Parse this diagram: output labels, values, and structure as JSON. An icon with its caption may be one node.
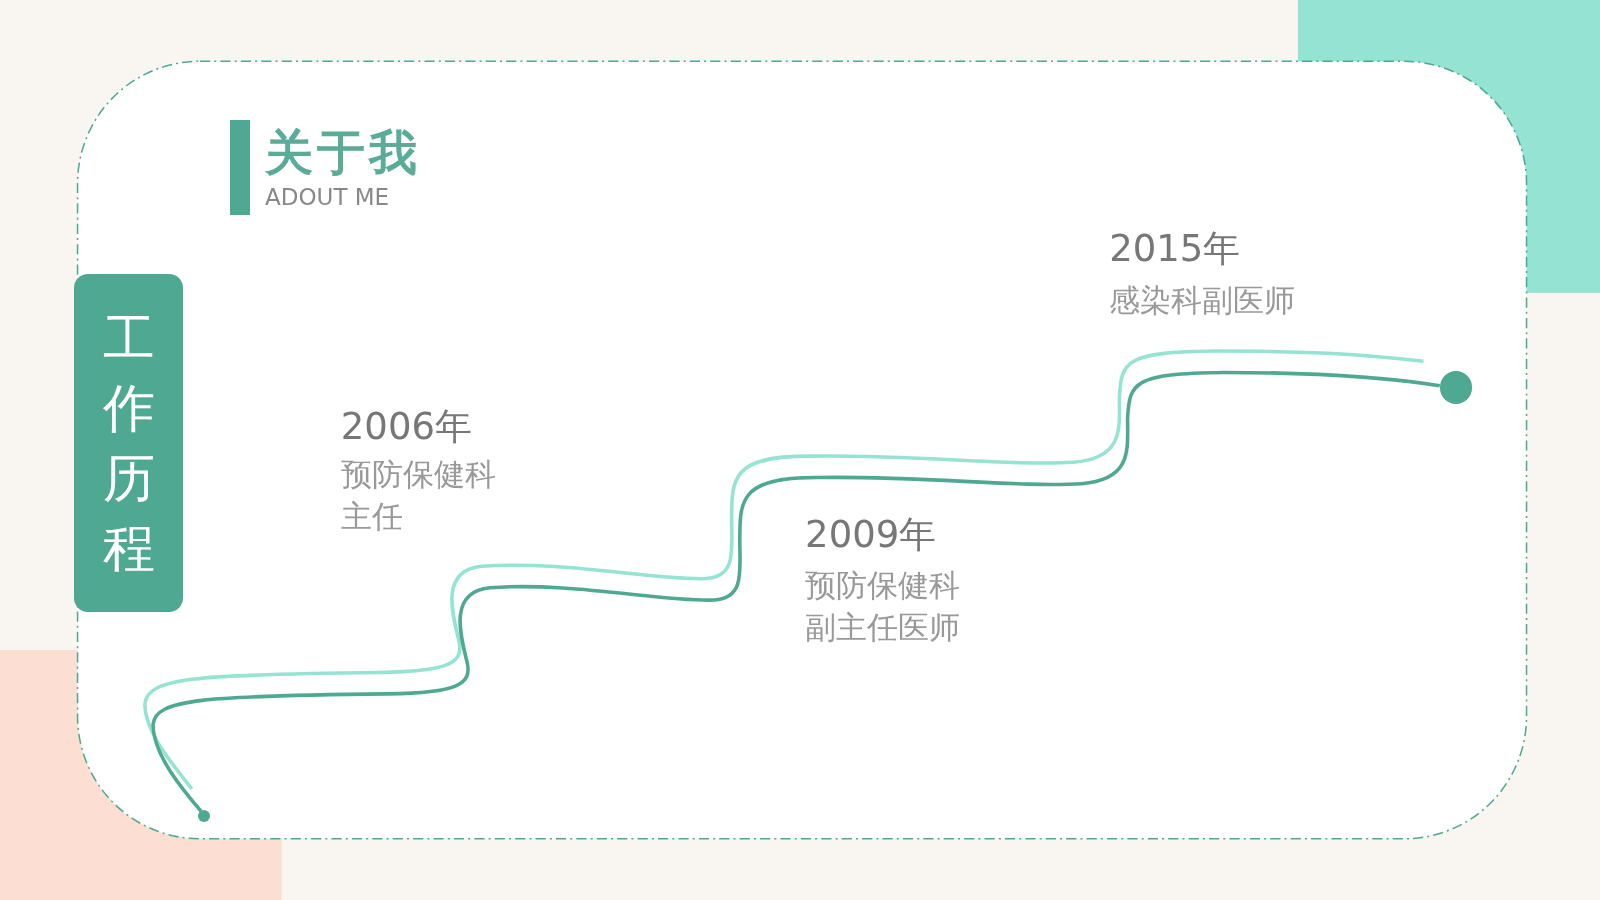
{
  "diagram": {
    "title": "关于我",
    "nodes": [
      {
        "text": [
          "工作历程"
        ]
      },
      {
        "text": [],
        "shape": "circle"
      },
      {
        "text": [],
        "shape": "circle"
      }
    ],
    "edges": [
      {
        "from": 1,
        "to": 2,
        "arrow": "none"
      }
    ],
    "labels": [
      "ADOUT ME",
      "2006年",
      "预防保健科主任",
      "2009年",
      "预防保健科副主任医师",
      "2015年",
      "感染科副医师"
    ]
  }
}
